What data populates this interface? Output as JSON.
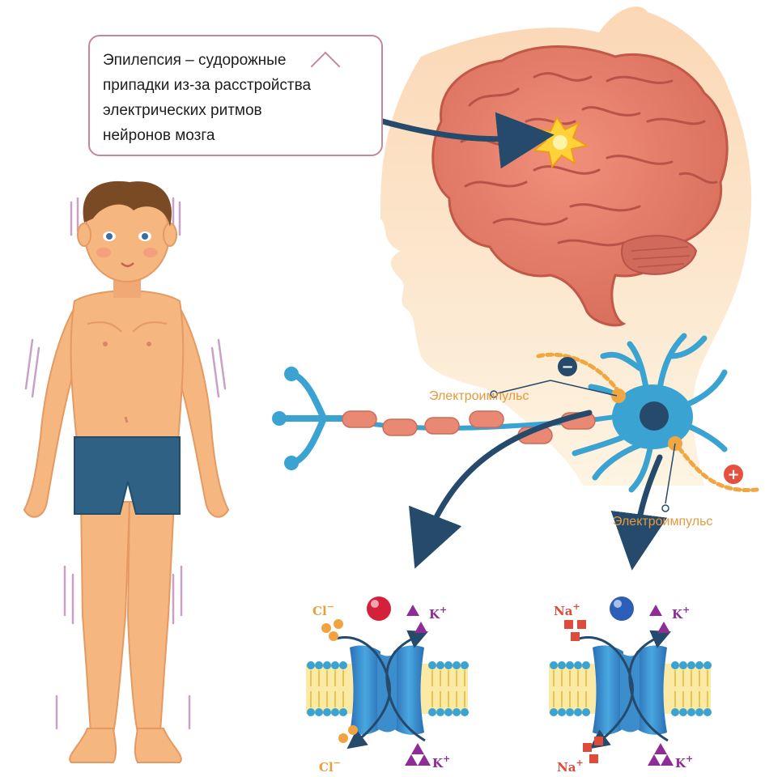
{
  "callout": {
    "lines": [
      "Эпилепсия – судорожные",
      "припадки из-за расстройства",
      "электрических ритмов",
      "нейронов мозга"
    ]
  },
  "neuron": {
    "impulse_label_top": "Электроимпульс",
    "impulse_label_bottom": "Электроимпульс",
    "minus_sign": "−",
    "plus_sign": "+"
  },
  "channel_left": {
    "ion_top_left": "Cl",
    "ion_top_left_charge": "−",
    "ion_top_right": "K",
    "ion_top_right_charge": "+",
    "ion_bottom_left": "Cl",
    "ion_bottom_left_charge": "−",
    "ion_bottom_right": "K",
    "ion_bottom_right_charge": "+",
    "ball_color": "#d4203a"
  },
  "channel_right": {
    "ion_top_left": "Na",
    "ion_top_left_charge": "+",
    "ion_top_right": "K",
    "ion_top_right_charge": "+",
    "ion_bottom_left": "Na",
    "ion_bottom_left_charge": "+",
    "ion_bottom_right": "K",
    "ion_bottom_right_charge": "+",
    "ball_color": "#2d5fb8"
  },
  "colors": {
    "brain": "#e67f6c",
    "head_gradient_top": "#fde2c6",
    "head_gradient_bottom": "#fdf3dd",
    "neuron": "#3aa3d1",
    "axon_arrow": "#264a6b",
    "skin": "#f5b67f",
    "shorts": "#2f6185",
    "hair": "#7a4a24",
    "impulse": "#f0a742",
    "k_ion": "#8e2d96",
    "cl_ion": "#f1a341",
    "na_ion": "#e04a3a"
  }
}
